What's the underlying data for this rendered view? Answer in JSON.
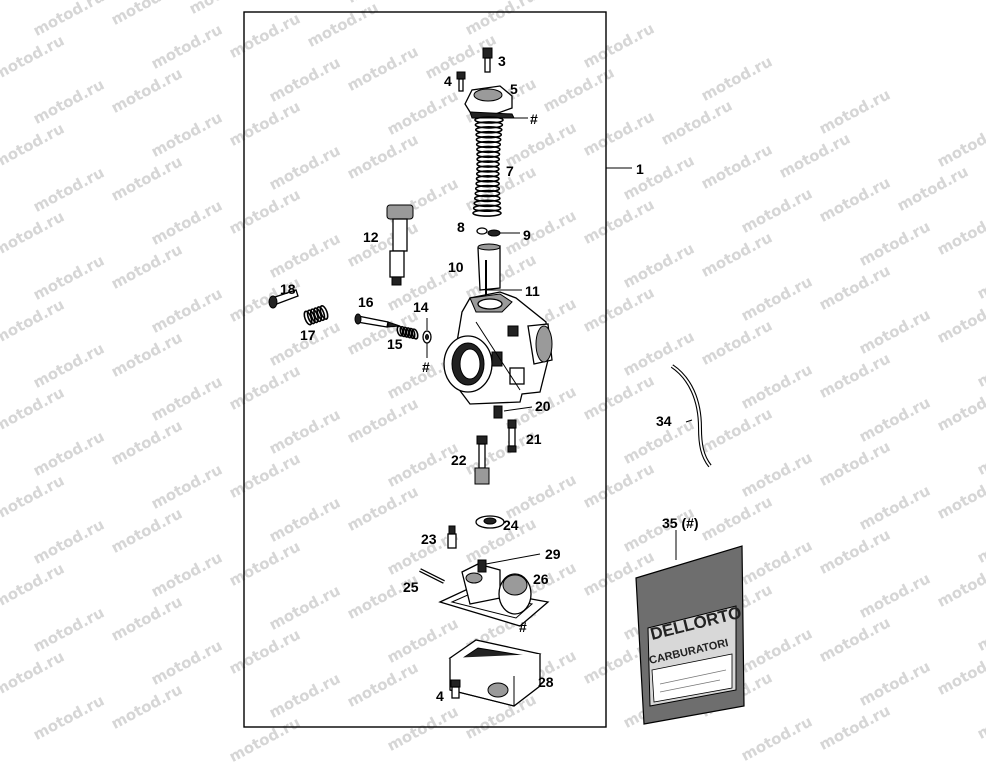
{
  "watermark": "motod.ru",
  "labels": {
    "p1": "1",
    "p3": "3",
    "p4a": "4",
    "p5": "5",
    "hash5": "#",
    "p7": "7",
    "p8": "8",
    "p9": "9",
    "p10": "10",
    "p11": "11",
    "p12": "12",
    "p14": "14",
    "p15": "15",
    "p16": "16",
    "p17": "17",
    "p18": "18",
    "hash14": "#",
    "p20": "20",
    "p21": "21",
    "p22": "22",
    "p23": "23",
    "p24": "24",
    "p25": "25",
    "p26": "26",
    "p29": "29",
    "hash26": "#",
    "p4b": "4",
    "p28": "28",
    "p34": "34",
    "p35": "35 (#)"
  },
  "kit_bag": {
    "brand": "DELLORTO",
    "subtitle": "CARBURATORI"
  }
}
